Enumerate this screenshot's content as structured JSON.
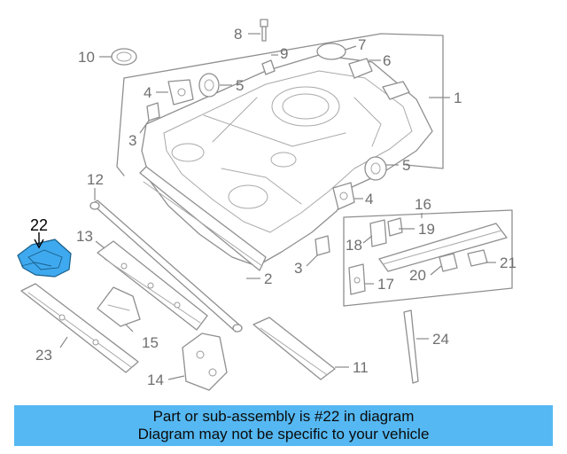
{
  "callouts": {
    "c1": "1",
    "c2": "2",
    "c3a": "3",
    "c3b": "3",
    "c4a": "4",
    "c4b": "4",
    "c5a": "5",
    "c5b": "5",
    "c6": "6",
    "c7": "7",
    "c8": "8",
    "c9": "9",
    "c10": "10",
    "c11": "11",
    "c12": "12",
    "c13": "13",
    "c14": "14",
    "c15": "15",
    "c16": "16",
    "c17": "17",
    "c18": "18",
    "c19": "19",
    "c20": "20",
    "c21": "21",
    "c22": "22",
    "c23": "23",
    "c24": "24"
  },
  "highlight": {
    "part_number": "22",
    "color": "#3fa9ef"
  },
  "banner": {
    "line1": "Part or sub-assembly is #22 in diagram",
    "line2": "Diagram may not be specific to your vehicle",
    "background": "#55b8f2"
  }
}
